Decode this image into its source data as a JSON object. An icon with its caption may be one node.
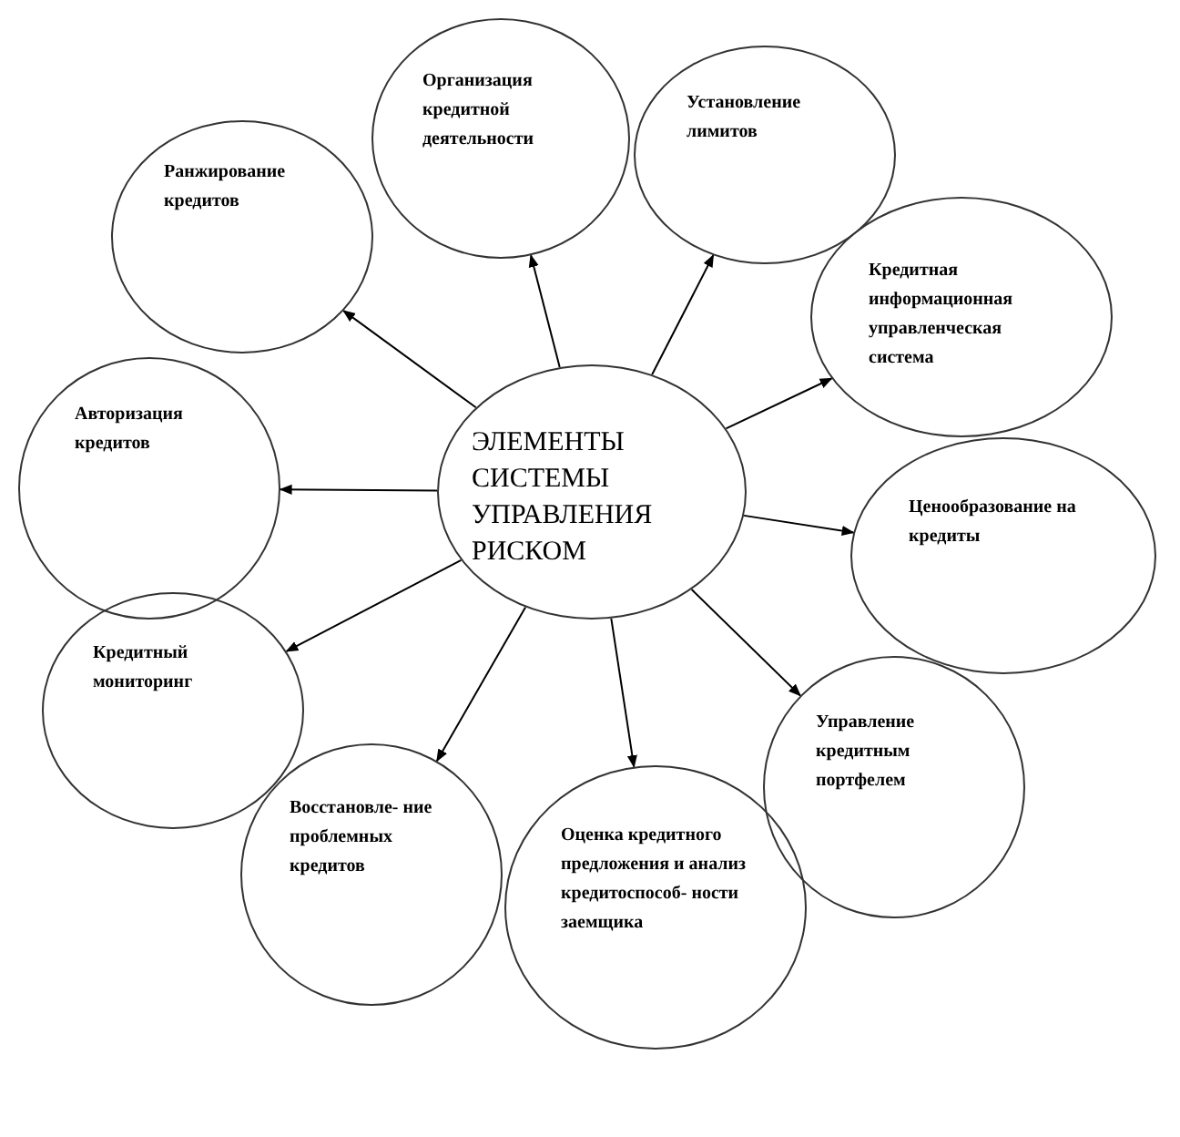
{
  "diagram": {
    "nodes": [
      {
        "text": [
          "ЭЛЕМЕНТЫ СИСТЕМЫ УПРАВЛЕНИЯ РИСКОМ"
        ]
      },
      {
        "text": [
          "Организация кредитной деятельности"
        ]
      },
      {
        "text": [
          "Установление лимитов"
        ]
      },
      {
        "text": [
          "Ранжирование кредитов"
        ]
      },
      {
        "text": [
          "Кредитная информационная управленческая система"
        ]
      },
      {
        "text": [
          "Авторизация кредитов"
        ]
      },
      {
        "text": [
          "Ценообразование на кредиты"
        ]
      },
      {
        "text": [
          "Кредитный мониторинг"
        ]
      },
      {
        "text": [
          "Управление кредитным портфелем"
        ]
      },
      {
        "text": [
          "Восстановле- ние проблемных кредитов"
        ]
      },
      {
        "text": [
          "Оценка кредитного предложения и анализ кредитоспособ- ности заемщика"
        ]
      }
    ],
    "edges": [
      {
        "from": 0,
        "to": 1,
        "arrow": "to"
      },
      {
        "from": 0,
        "to": 2,
        "arrow": "to"
      },
      {
        "from": 0,
        "to": 3,
        "arrow": "to"
      },
      {
        "from": 0,
        "to": 4,
        "arrow": "to"
      },
      {
        "from": 0,
        "to": 5,
        "arrow": "to"
      },
      {
        "from": 0,
        "to": 6,
        "arrow": "to"
      },
      {
        "from": 0,
        "to": 7,
        "arrow": "to"
      },
      {
        "from": 0,
        "to": 8,
        "arrow": "to"
      },
      {
        "from": 0,
        "to": 9,
        "arrow": "to"
      },
      {
        "from": 0,
        "to": 10,
        "arrow": "to"
      }
    ]
  }
}
